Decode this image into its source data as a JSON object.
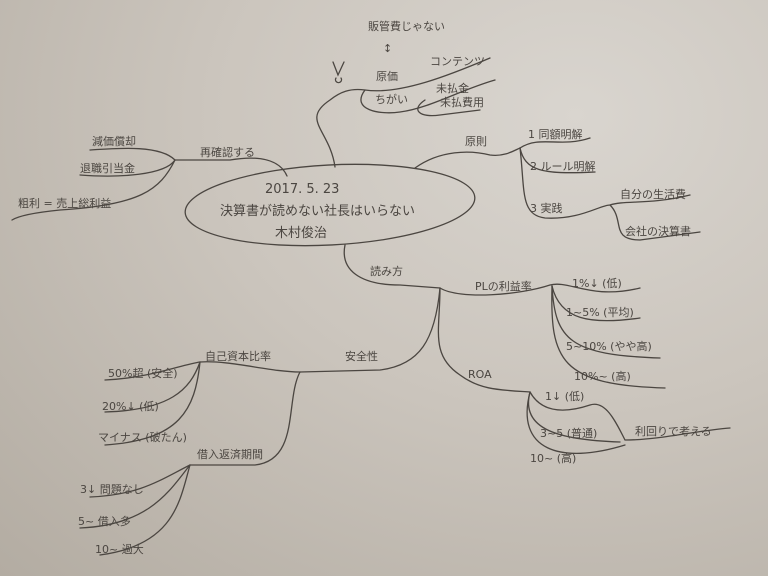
{
  "center": {
    "date": "2017. 5. 23",
    "title": "決算書が読めない社長はいらない",
    "author": "木村俊治"
  },
  "cost": {
    "note": "販管費じゃない",
    "arrow": "↕",
    "label": "原価",
    "content": "コンテンツ",
    "difference": "ちがい",
    "items": [
      "未払金",
      "未払費用"
    ]
  },
  "reconfirm": {
    "label": "再確認する",
    "items": [
      "減価償却",
      "退職引当金",
      "粗利 = 売上総利益"
    ]
  },
  "principle": {
    "label": "原則",
    "items": [
      "1 同額明解",
      "2 ルール明解",
      "3 実践"
    ],
    "practice_items": [
      "自分の生活費",
      "会社の決算書"
    ]
  },
  "reading": {
    "label": "読み方",
    "pl": {
      "label": "PLの利益率",
      "items": [
        "1%↓ (低)",
        "1~5% (平均)",
        "5~10% (やや高)",
        "10%~ (高)"
      ]
    },
    "roa": {
      "label": "ROA",
      "items": [
        "1↓ (低)",
        "3~5 (普通)",
        "10~ (高)"
      ],
      "note": "利回りで考える"
    }
  },
  "safety": {
    "label": "安全性",
    "equity": {
      "label": "自己資本比率",
      "items": [
        "50%超 (安全)",
        "20%↓ (低)",
        "マイナス (破たん)"
      ]
    },
    "repay": {
      "label": "借入返済期間",
      "items": [
        "3↓ 問題なし",
        "5~ 借入多",
        "10~ 過大"
      ]
    }
  }
}
